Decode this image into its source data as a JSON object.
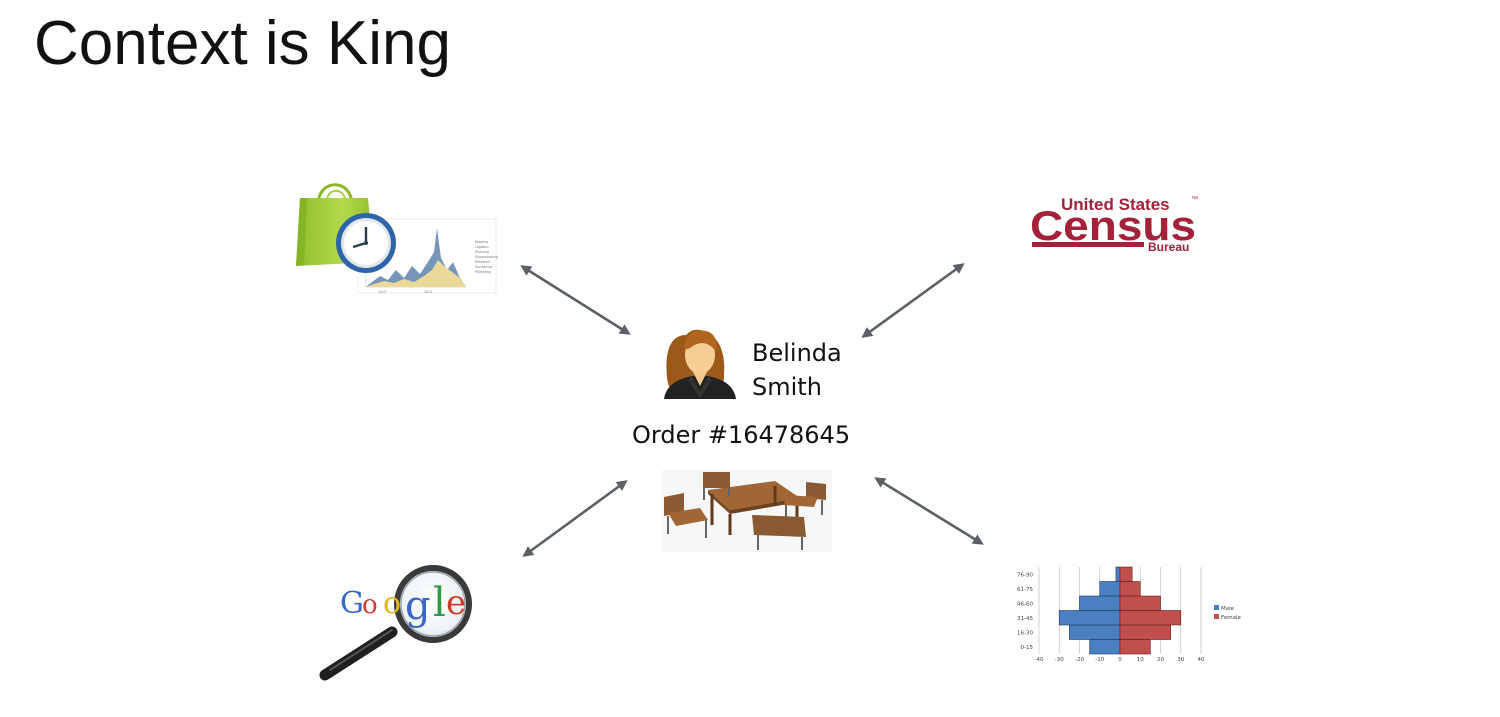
{
  "slide": {
    "title": "Context is King"
  },
  "center": {
    "person_first": "Belinda",
    "person_last": "Smith",
    "order_label": "Order #16478645"
  },
  "census_logo": {
    "line1": "United States",
    "tm": "™",
    "line2": "Census",
    "line3": "Bureau",
    "color": "#a3223a"
  },
  "google_logo": {
    "letters": [
      "G",
      "o",
      "o",
      "g",
      "l",
      "e"
    ],
    "colors": [
      "#3b66c6",
      "#cf3a2b",
      "#e6b321",
      "#3b66c6",
      "#2f9a45",
      "#cf3a2b"
    ]
  },
  "shopping_chart": {
    "legend": [
      "Reading",
      "Logistics",
      "Planning",
      "Disseminating",
      "Research",
      "Socializing",
      "Marketing"
    ],
    "x_ticks": [
      "2013",
      "2014"
    ]
  },
  "pyramid": {
    "age_groups": [
      "0-15",
      "16-30",
      "31-45",
      "46-60",
      "61-75",
      "76-90"
    ],
    "male": [
      -15,
      -25,
      -30,
      -20,
      -10,
      -2
    ],
    "female": [
      15,
      25,
      30,
      20,
      10,
      6
    ],
    "x_ticks": [
      "-40",
      "-30",
      "-20",
      "-10",
      "0",
      "10",
      "20",
      "30",
      "40"
    ],
    "legend": [
      "Male",
      "Female"
    ],
    "colors": {
      "male": "#4a7fc1",
      "female": "#c0504d"
    }
  },
  "arrow_color": "#5b6066"
}
